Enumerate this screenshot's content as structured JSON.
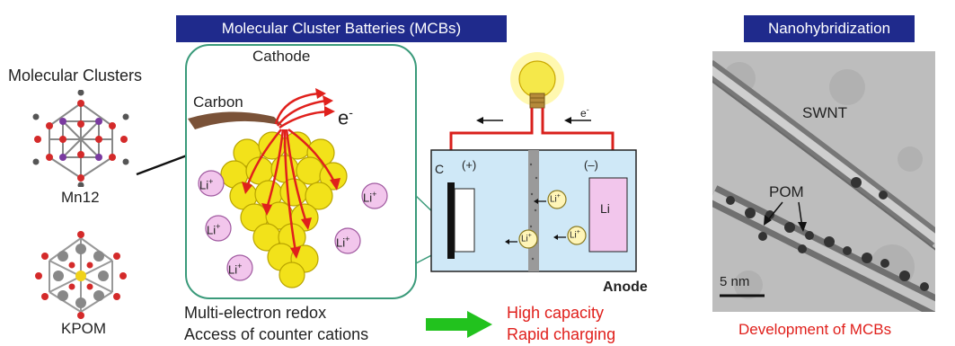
{
  "banners": {
    "mcb": "Molecular Cluster Batteries (MCBs)",
    "nano": "Nanohybridization"
  },
  "left": {
    "title": "Molecular Clusters",
    "cluster1": "Mn12",
    "cluster2": "KPOM"
  },
  "cathode": {
    "title": "Cathode",
    "carbon": "Carbon",
    "electron": "e",
    "electron_sup": "-",
    "li": "Li",
    "li_sup": "+"
  },
  "cell": {
    "c": "C",
    "plus": "(+)",
    "minus": "(–)",
    "li": "Li",
    "anode": "Anode",
    "electron": "e",
    "electron_sup": "-",
    "ion": "Li",
    "ion_sup": "+"
  },
  "bottom": {
    "line1": "Multi-electron redox",
    "line2": "Access of counter cations",
    "result1": "High capacity",
    "result2": "Rapid charging"
  },
  "micrograph": {
    "swnt": "SWNT",
    "pom": "POM",
    "scale": "5 nm",
    "caption": "Development of MCBs"
  },
  "colors": {
    "banner": "#1f2a8c",
    "red": "#e0201c",
    "green": "#22c21e",
    "cell_bg": "#cfe8f7",
    "cathode_border": "#3a9a7a",
    "li_fill": "#f2c6ec",
    "sphere": "#f2e21a"
  }
}
